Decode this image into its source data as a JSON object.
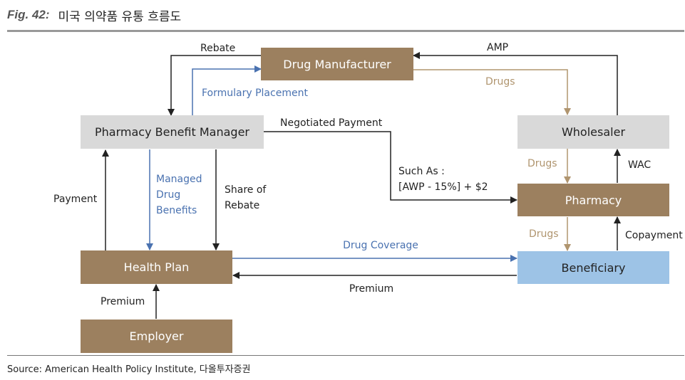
{
  "figure": {
    "number": "Fig. 42:",
    "title": "미국 의약품 유통 흐름도",
    "source": "Source: American Health Policy Institute,  다올투자증권"
  },
  "colors": {
    "brown_node": "#9c805f",
    "grey_node": "#d9d9d9",
    "blue_node": "#9dc3e6",
    "black_flow": "#222222",
    "blue_flow": "#4a72b0",
    "tan_flow": "#b0956f"
  },
  "nodes": {
    "drug_manufacturer": "Drug Manufacturer",
    "pbm": "Pharmacy Benefit Manager",
    "wholesaler": "Wholesaler",
    "pharmacy": "Pharmacy",
    "health_plan": "Health Plan",
    "beneficiary": "Beneficiary",
    "employer": "Employer"
  },
  "flows": {
    "rebate": "Rebate",
    "formulary_placement": "Formulary Placement",
    "amp": "AMP",
    "drugs_mfr_wholesaler": "Drugs",
    "negotiated_payment": "Negotiated Payment",
    "such_as_line1": "Such As :",
    "such_as_line2": "[AWP - 15%] + $2",
    "drugs_wholesaler_pharmacy": "Drugs",
    "wac": "WAC",
    "payment": "Payment",
    "managed_line1": "Managed",
    "managed_line2": "Drug",
    "managed_line3": "Benefits",
    "share_line1": "Share of",
    "share_line2": "Rebate",
    "drugs_pharmacy_beneficiary": "Drugs",
    "copayment": "Copayment",
    "drug_coverage": "Drug Coverage",
    "premium_beneficiary": "Premium",
    "premium_employer": "Premium"
  }
}
